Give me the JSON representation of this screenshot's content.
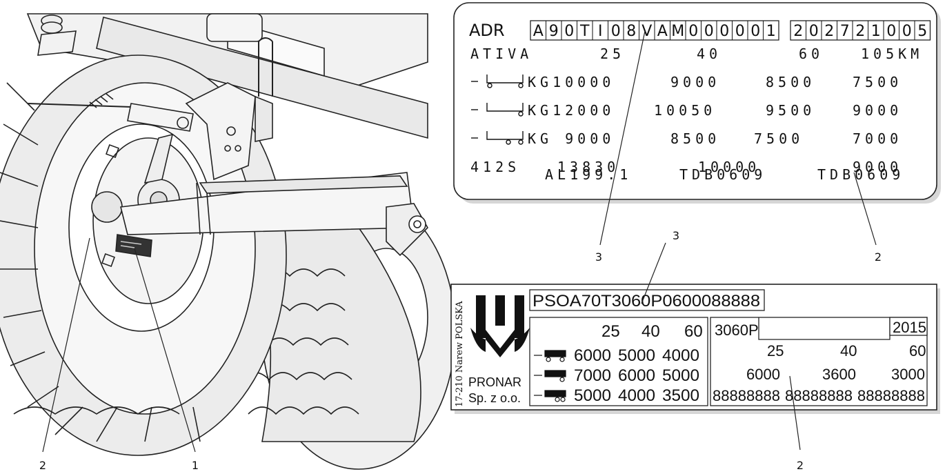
{
  "callouts": {
    "left_1": "1",
    "left_2": "2",
    "adr_3": "3",
    "adr_2": "2",
    "pronar_3": "3",
    "pronar_2": "2"
  },
  "adr_plate": {
    "prefix": "ADR",
    "vin_chars": [
      "A",
      "9",
      "0",
      "T",
      "I",
      "0",
      "8",
      "V",
      "A",
      "M",
      "0",
      "0",
      "0",
      "0",
      "0",
      "1"
    ],
    "date_chars": [
      "2",
      "0",
      "2",
      "7",
      "2",
      "1",
      "0",
      "0",
      "5"
    ],
    "rows": [
      [
        "ATIVA",
        "25",
        "40",
        "60",
        "105KM"
      ],
      [
        "KG10000",
        "9000",
        "8500",
        "7500"
      ],
      [
        "KG12000",
        "10050",
        "9500",
        "9000"
      ],
      [
        "KG 9000",
        "8500",
        "7500",
        "7000"
      ],
      [
        "412S",
        "13830",
        "10000",
        "9000"
      ],
      [
        "AL199.1",
        "TDB0609",
        "TDB0609"
      ]
    ]
  },
  "pronar_plate": {
    "side_text": "17-210 Narew  POLSKA",
    "brand": "PRONAR",
    "company": "Sp. z o.o.",
    "vin": "PSOA70T3060P0600088888",
    "speeds": [
      "25",
      "40",
      "60"
    ],
    "loads": [
      [
        "6000",
        "5000",
        "4000"
      ],
      [
        "7000",
        "6000",
        "5000"
      ],
      [
        "5000",
        "4000",
        "3500"
      ]
    ],
    "model": "3060P",
    "year": "2015",
    "right_speeds": [
      "25",
      "40",
      "60"
    ],
    "right_loads": [
      "6000",
      "3600",
      "3000"
    ],
    "right_serials": [
      "88888888",
      "88888888",
      "88888888"
    ]
  }
}
